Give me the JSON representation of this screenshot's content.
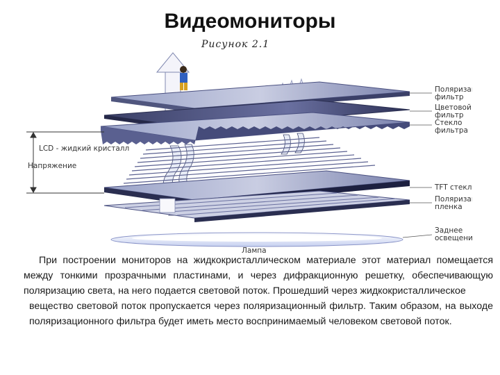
{
  "page": {
    "title": "Видеомониторы",
    "figure_caption": "Рисунок 2.1"
  },
  "diagram": {
    "labels": {
      "polarizing_filter": [
        "Поляризационный",
        "фильтр"
      ],
      "color_filter": [
        "Цветовой",
        "фильтр"
      ],
      "filter_glass": [
        "Стекло",
        "фильтра"
      ],
      "lcd": "LCD - жидкий кристалл",
      "voltage": "Напряжение",
      "tft_glass": "TFT стекло",
      "polarizing_film": [
        "Поляризационная",
        "пленка"
      ],
      "backlight": [
        "Заднее",
        "освещение"
      ],
      "lamp": "Лампа"
    }
  },
  "text": {
    "paragraph1": "При построении мониторов на жидкокристаллическом материале этот материал помещается между тонкими прозрачными пластинами, и через дифракционную решетку, обеспечивающую поляризацию света, на него подается световой поток. Прошедший через жидкокристаллическое",
    "paragraph2": "вещество световой поток пропускается через поляризационный фильтр. Таким образом, на выходе поляризационного фильтра будет иметь место воспринимаемый человеком световой поток."
  }
}
